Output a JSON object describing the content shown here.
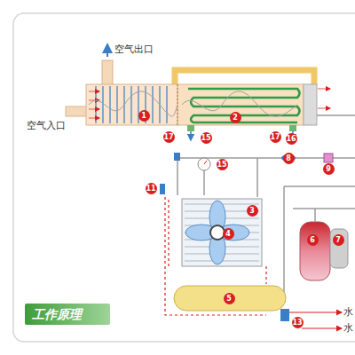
{
  "diagram": {
    "title": "工作原理",
    "labels": [
      "空气出口",
      "空气入口",
      "1",
      "2",
      "17",
      "15",
      "17",
      "16",
      "8",
      "9",
      "15",
      "11",
      "3",
      "4",
      "6",
      "7",
      "5",
      "13",
      "水",
      "水"
    ]
  }
}
